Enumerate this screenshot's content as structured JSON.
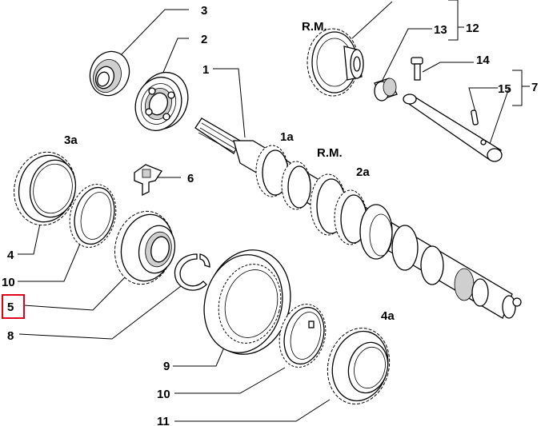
{
  "labels": {
    "p1": "1",
    "p1a": "1a",
    "p2": "2",
    "p2a": "2a",
    "p3": "3",
    "p3a": "3a",
    "p4": "4",
    "p4a": "4a",
    "p5": "5",
    "p6": "6",
    "p7": "7",
    "p8": "8",
    "p9": "9",
    "p10_top": "10",
    "p10_bottom": "10",
    "p11": "11",
    "p12": "12",
    "p13": "13",
    "p14": "14",
    "p15": "15",
    "rm_top": "R.M.",
    "rm_shaft": "R.M."
  },
  "highlight": {
    "label": "5",
    "color": "#e0001a"
  },
  "colors": {
    "line": "#000000",
    "background": "#ffffff",
    "shading": "#cfcfcf"
  }
}
